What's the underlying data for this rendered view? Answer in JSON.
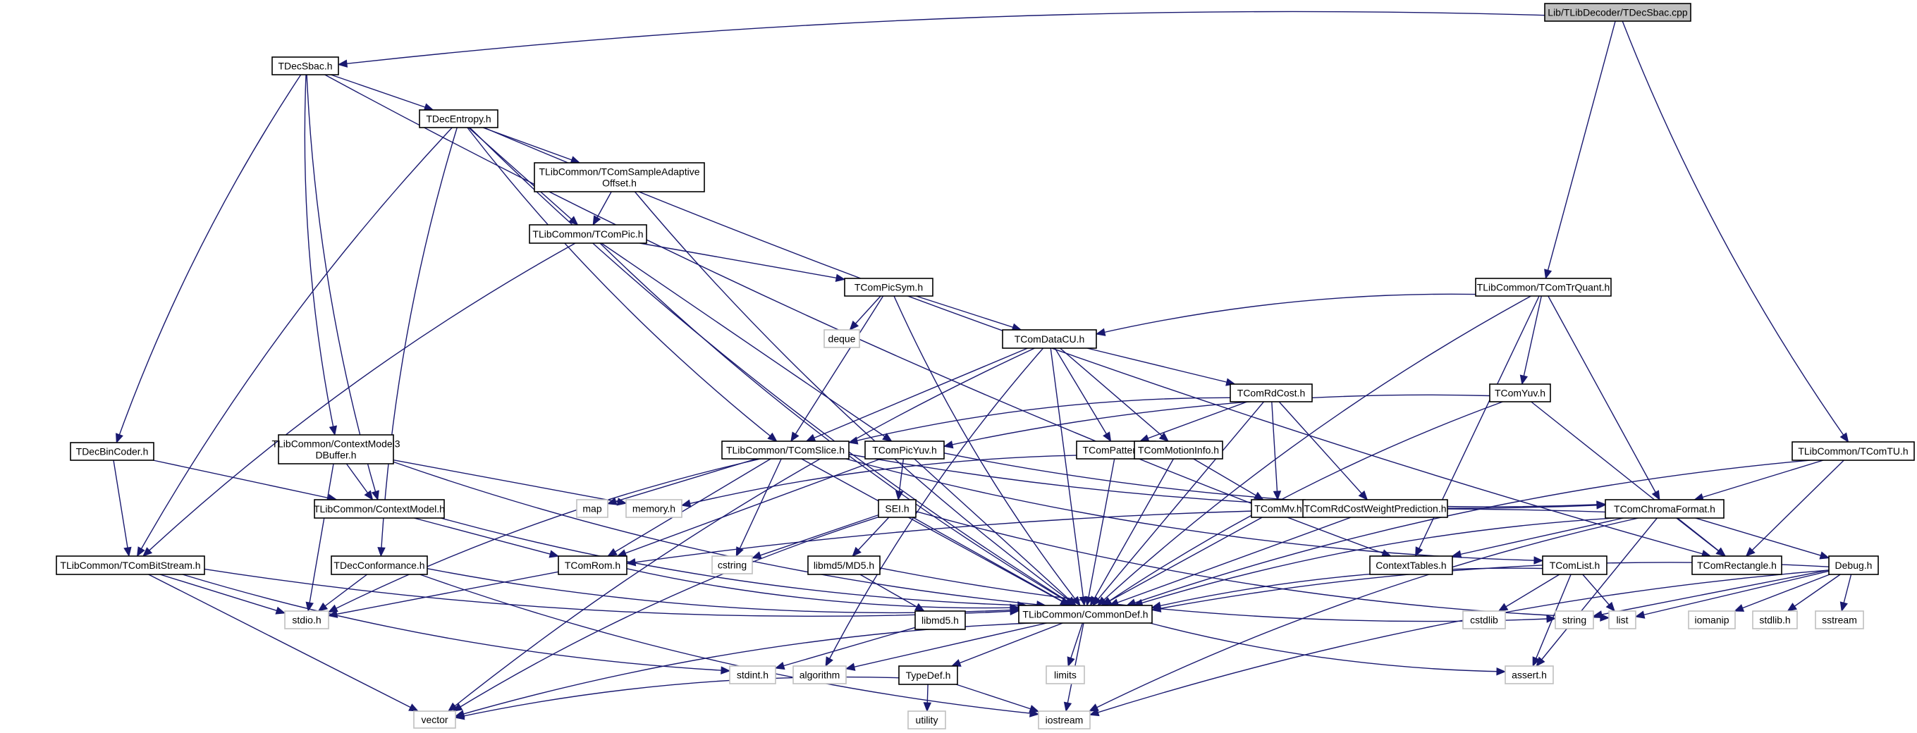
{
  "title": "Lib/TLibDecoder/TDecSbac.cpp include dependency graph",
  "colors": {
    "edge": "#191970",
    "root_fill": "#bfbfbf",
    "local_border": "#000000",
    "system_border": "#bfbfbf"
  },
  "nodes": [
    {
      "id": "cpp",
      "label": [
        "Lib/TLibDecoder/TDecSbac.cpp"
      ],
      "kind": "root"
    },
    {
      "id": "TDecSbac",
      "label": [
        "TDecSbac.h"
      ],
      "kind": "local"
    },
    {
      "id": "TDecEntropy",
      "label": [
        "TDecEntropy.h"
      ],
      "kind": "local"
    },
    {
      "id": "SAO",
      "label": [
        "TLibCommon/TComSampleAdaptive",
        "Offset.h"
      ],
      "kind": "local"
    },
    {
      "id": "TComPic",
      "label": [
        "TLibCommon/TComPic.h"
      ],
      "kind": "local"
    },
    {
      "id": "TComPicSym",
      "label": [
        "TComPicSym.h"
      ],
      "kind": "local"
    },
    {
      "id": "deque",
      "label": [
        "deque"
      ],
      "kind": "system"
    },
    {
      "id": "TComDataCU",
      "label": [
        "TComDataCU.h"
      ],
      "kind": "local"
    },
    {
      "id": "TComTrQuant",
      "label": [
        "TLibCommon/TComTrQuant.h"
      ],
      "kind": "local"
    },
    {
      "id": "TComRdCost",
      "label": [
        "TComRdCost.h"
      ],
      "kind": "local"
    },
    {
      "id": "TComYuv",
      "label": [
        "TComYuv.h"
      ],
      "kind": "local"
    },
    {
      "id": "TDecBinCoder",
      "label": [
        "TDecBinCoder.h"
      ],
      "kind": "local"
    },
    {
      "id": "CM3D",
      "label": [
        "TLibCommon/ContextModel3",
        "DBuffer.h"
      ],
      "kind": "local"
    },
    {
      "id": "TComSlice",
      "label": [
        "TLibCommon/TComSlice.h"
      ],
      "kind": "local"
    },
    {
      "id": "TComPicYuv",
      "label": [
        "TComPicYuv.h"
      ],
      "kind": "local"
    },
    {
      "id": "TComPattern",
      "label": [
        "TComPattern.h"
      ],
      "kind": "local"
    },
    {
      "id": "TComMotionInfo",
      "label": [
        "TComMotionInfo.h"
      ],
      "kind": "local"
    },
    {
      "id": "TComTU",
      "label": [
        "TLibCommon/TComTU.h"
      ],
      "kind": "local"
    },
    {
      "id": "map",
      "label": [
        "map"
      ],
      "kind": "system"
    },
    {
      "id": "memory",
      "label": [
        "memory.h"
      ],
      "kind": "system"
    },
    {
      "id": "ContextModel",
      "label": [
        "TLibCommon/ContextModel.h"
      ],
      "kind": "local"
    },
    {
      "id": "SEI",
      "label": [
        "SEI.h"
      ],
      "kind": "local"
    },
    {
      "id": "TComMv",
      "label": [
        "TComMv.h"
      ],
      "kind": "local"
    },
    {
      "id": "TComRdCostWP",
      "label": [
        "TComRdCostWeightPrediction.h"
      ],
      "kind": "local"
    },
    {
      "id": "TComChromaFormat",
      "label": [
        "TComChromaFormat.h"
      ],
      "kind": "local"
    },
    {
      "id": "TComBitStream",
      "label": [
        "TLibCommon/TComBitStream.h"
      ],
      "kind": "local"
    },
    {
      "id": "TDecConformance",
      "label": [
        "TDecConformance.h"
      ],
      "kind": "local"
    },
    {
      "id": "TComRom",
      "label": [
        "TComRom.h"
      ],
      "kind": "local"
    },
    {
      "id": "cstring",
      "label": [
        "cstring"
      ],
      "kind": "system"
    },
    {
      "id": "MD5",
      "label": [
        "libmd5/MD5.h"
      ],
      "kind": "local"
    },
    {
      "id": "ContextTables",
      "label": [
        "ContextTables.h"
      ],
      "kind": "local"
    },
    {
      "id": "TComList",
      "label": [
        "TComList.h"
      ],
      "kind": "local"
    },
    {
      "id": "TComRectangle",
      "label": [
        "TComRectangle.h"
      ],
      "kind": "local"
    },
    {
      "id": "Debug",
      "label": [
        "Debug.h"
      ],
      "kind": "local"
    },
    {
      "id": "stdio",
      "label": [
        "stdio.h"
      ],
      "kind": "system"
    },
    {
      "id": "libmd5",
      "label": [
        "libmd5.h"
      ],
      "kind": "local"
    },
    {
      "id": "CommonDef",
      "label": [
        "TLibCommon/CommonDef.h"
      ],
      "kind": "local"
    },
    {
      "id": "cstdlib",
      "label": [
        "cstdlib"
      ],
      "kind": "system"
    },
    {
      "id": "string",
      "label": [
        "string"
      ],
      "kind": "system"
    },
    {
      "id": "list",
      "label": [
        "list"
      ],
      "kind": "system"
    },
    {
      "id": "iomanip",
      "label": [
        "iomanip"
      ],
      "kind": "system"
    },
    {
      "id": "stdlib",
      "label": [
        "stdlib.h"
      ],
      "kind": "system"
    },
    {
      "id": "sstream",
      "label": [
        "sstream"
      ],
      "kind": "system"
    },
    {
      "id": "stdint",
      "label": [
        "stdint.h"
      ],
      "kind": "system"
    },
    {
      "id": "algorithm",
      "label": [
        "algorithm"
      ],
      "kind": "system"
    },
    {
      "id": "TypeDef",
      "label": [
        "TypeDef.h"
      ],
      "kind": "local"
    },
    {
      "id": "limits",
      "label": [
        "limits"
      ],
      "kind": "system"
    },
    {
      "id": "assert",
      "label": [
        "assert.h"
      ],
      "kind": "system"
    },
    {
      "id": "vector",
      "label": [
        "vector"
      ],
      "kind": "system"
    },
    {
      "id": "utility",
      "label": [
        "utility"
      ],
      "kind": "system"
    },
    {
      "id": "iostream",
      "label": [
        "iostream"
      ],
      "kind": "system"
    }
  ],
  "edges": [
    [
      "cpp",
      "TDecSbac"
    ],
    [
      "cpp",
      "TComTrQuant"
    ],
    [
      "cpp",
      "TComTU"
    ],
    [
      "TDecSbac",
      "TDecEntropy"
    ],
    [
      "TDecSbac",
      "TDecBinCoder"
    ],
    [
      "TDecSbac",
      "CM3D"
    ],
    [
      "TDecSbac",
      "ContextModel"
    ],
    [
      "TDecSbac",
      "ContextTables"
    ],
    [
      "TDecEntropy",
      "SAO"
    ],
    [
      "TDecEntropy",
      "TComPic"
    ],
    [
      "TDecEntropy",
      "TComSlice"
    ],
    [
      "TDecEntropy",
      "TComBitStream"
    ],
    [
      "TDecEntropy",
      "TDecConformance"
    ],
    [
      "TDecEntropy",
      "TComRectangle"
    ],
    [
      "TDecEntropy",
      "CommonDef"
    ],
    [
      "SAO",
      "TComPic"
    ],
    [
      "SAO",
      "CommonDef"
    ],
    [
      "TComPic",
      "TComPicSym"
    ],
    [
      "TComPic",
      "TComPicYuv"
    ],
    [
      "TComPic",
      "TComBitStream"
    ],
    [
      "TComPic",
      "CommonDef"
    ],
    [
      "TComPicSym",
      "deque"
    ],
    [
      "TComPicSym",
      "TComDataCU"
    ],
    [
      "TComPicSym",
      "TComSlice"
    ],
    [
      "TComPicSym",
      "CommonDef"
    ],
    [
      "TComTrQuant",
      "TComDataCU"
    ],
    [
      "TComTrQuant",
      "TComYuv"
    ],
    [
      "TComTrQuant",
      "TComChromaFormat"
    ],
    [
      "TComTrQuant",
      "ContextTables"
    ],
    [
      "TComTrQuant",
      "CommonDef"
    ],
    [
      "TComDataCU",
      "TComRdCost"
    ],
    [
      "TComDataCU",
      "TComPattern"
    ],
    [
      "TComDataCU",
      "TComMotionInfo"
    ],
    [
      "TComDataCU",
      "TComSlice"
    ],
    [
      "TComDataCU",
      "CommonDef"
    ],
    [
      "TComDataCU",
      "vector"
    ],
    [
      "TComDataCU",
      "algorithm"
    ],
    [
      "TComRdCost",
      "TComPattern"
    ],
    [
      "TComRdCost",
      "TComSlice"
    ],
    [
      "TComRdCost",
      "TComMv"
    ],
    [
      "TComRdCost",
      "TComRdCostWP"
    ],
    [
      "TComRdCost",
      "CommonDef"
    ],
    [
      "TComYuv",
      "TComPicYuv"
    ],
    [
      "TComYuv",
      "TComRectangle"
    ],
    [
      "TComYuv",
      "CommonDef"
    ],
    [
      "TDecBinCoder",
      "TComBitStream"
    ],
    [
      "TDecBinCoder",
      "ContextModel"
    ],
    [
      "CM3D",
      "ContextModel"
    ],
    [
      "CM3D",
      "memory"
    ],
    [
      "CM3D",
      "stdio"
    ],
    [
      "CM3D",
      "CommonDef"
    ],
    [
      "TComSlice",
      "map"
    ],
    [
      "TComSlice",
      "cstring"
    ],
    [
      "TComSlice",
      "TComRom"
    ],
    [
      "TComSlice",
      "TComList"
    ],
    [
      "TComSlice",
      "TComChromaFormat"
    ],
    [
      "TComSlice",
      "CommonDef"
    ],
    [
      "TComSlice",
      "stdio"
    ],
    [
      "TComPicYuv",
      "SEI"
    ],
    [
      "TComPicYuv",
      "TComRom"
    ],
    [
      "TComPicYuv",
      "TComChromaFormat"
    ],
    [
      "TComPicYuv",
      "CommonDef"
    ],
    [
      "TComPattern",
      "CommonDef"
    ],
    [
      "TComMotionInfo",
      "memory"
    ],
    [
      "TComMotionInfo",
      "TComMv"
    ],
    [
      "TComMotionInfo",
      "CommonDef"
    ],
    [
      "TComTU",
      "TComChromaFormat"
    ],
    [
      "TComTU",
      "TComRectangle"
    ],
    [
      "TComTU",
      "CommonDef"
    ],
    [
      "ContextModel",
      "TComRom"
    ],
    [
      "ContextModel",
      "CommonDef"
    ],
    [
      "SEI",
      "cstring"
    ],
    [
      "SEI",
      "MD5"
    ],
    [
      "SEI",
      "list"
    ],
    [
      "SEI",
      "CommonDef"
    ],
    [
      "SEI",
      "vector"
    ],
    [
      "TComMv",
      "CommonDef"
    ],
    [
      "TComRdCostWP",
      "CommonDef"
    ],
    [
      "TComChromaFormat",
      "ContextTables"
    ],
    [
      "TComChromaFormat",
      "TComRectangle"
    ],
    [
      "TComChromaFormat",
      "Debug"
    ],
    [
      "TComChromaFormat",
      "CommonDef"
    ],
    [
      "TComChromaFormat",
      "TComRom"
    ],
    [
      "TComChromaFormat",
      "assert"
    ],
    [
      "TComChromaFormat",
      "iostream"
    ],
    [
      "TComBitStream",
      "stdio"
    ],
    [
      "TComBitStream",
      "vector"
    ],
    [
      "TComBitStream",
      "stdint"
    ],
    [
      "TComBitStream",
      "CommonDef"
    ],
    [
      "TDecConformance",
      "stdio"
    ],
    [
      "TDecConformance",
      "CommonDef"
    ],
    [
      "TDecConformance",
      "iostream"
    ],
    [
      "TComRom",
      "stdio"
    ],
    [
      "TComRom",
      "CommonDef"
    ],
    [
      "MD5",
      "libmd5"
    ],
    [
      "MD5",
      "string"
    ],
    [
      "TComList",
      "cstdlib"
    ],
    [
      "TComList",
      "list"
    ],
    [
      "TComList",
      "assert"
    ],
    [
      "TComList",
      "CommonDef"
    ],
    [
      "Debug",
      "list"
    ],
    [
      "Debug",
      "iomanip"
    ],
    [
      "Debug",
      "stdlib"
    ],
    [
      "Debug",
      "sstream"
    ],
    [
      "Debug",
      "string"
    ],
    [
      "Debug",
      "CommonDef"
    ],
    [
      "Debug",
      "iostream"
    ],
    [
      "libmd5",
      "stdint"
    ],
    [
      "CommonDef",
      "algorithm"
    ],
    [
      "CommonDef",
      "TypeDef"
    ],
    [
      "CommonDef",
      "limits"
    ],
    [
      "CommonDef",
      "iostream"
    ],
    [
      "CommonDef",
      "assert"
    ],
    [
      "CommonDef",
      "vector"
    ],
    [
      "TypeDef",
      "utility"
    ],
    [
      "TypeDef",
      "iostream"
    ],
    [
      "TypeDef",
      "vector"
    ]
  ]
}
